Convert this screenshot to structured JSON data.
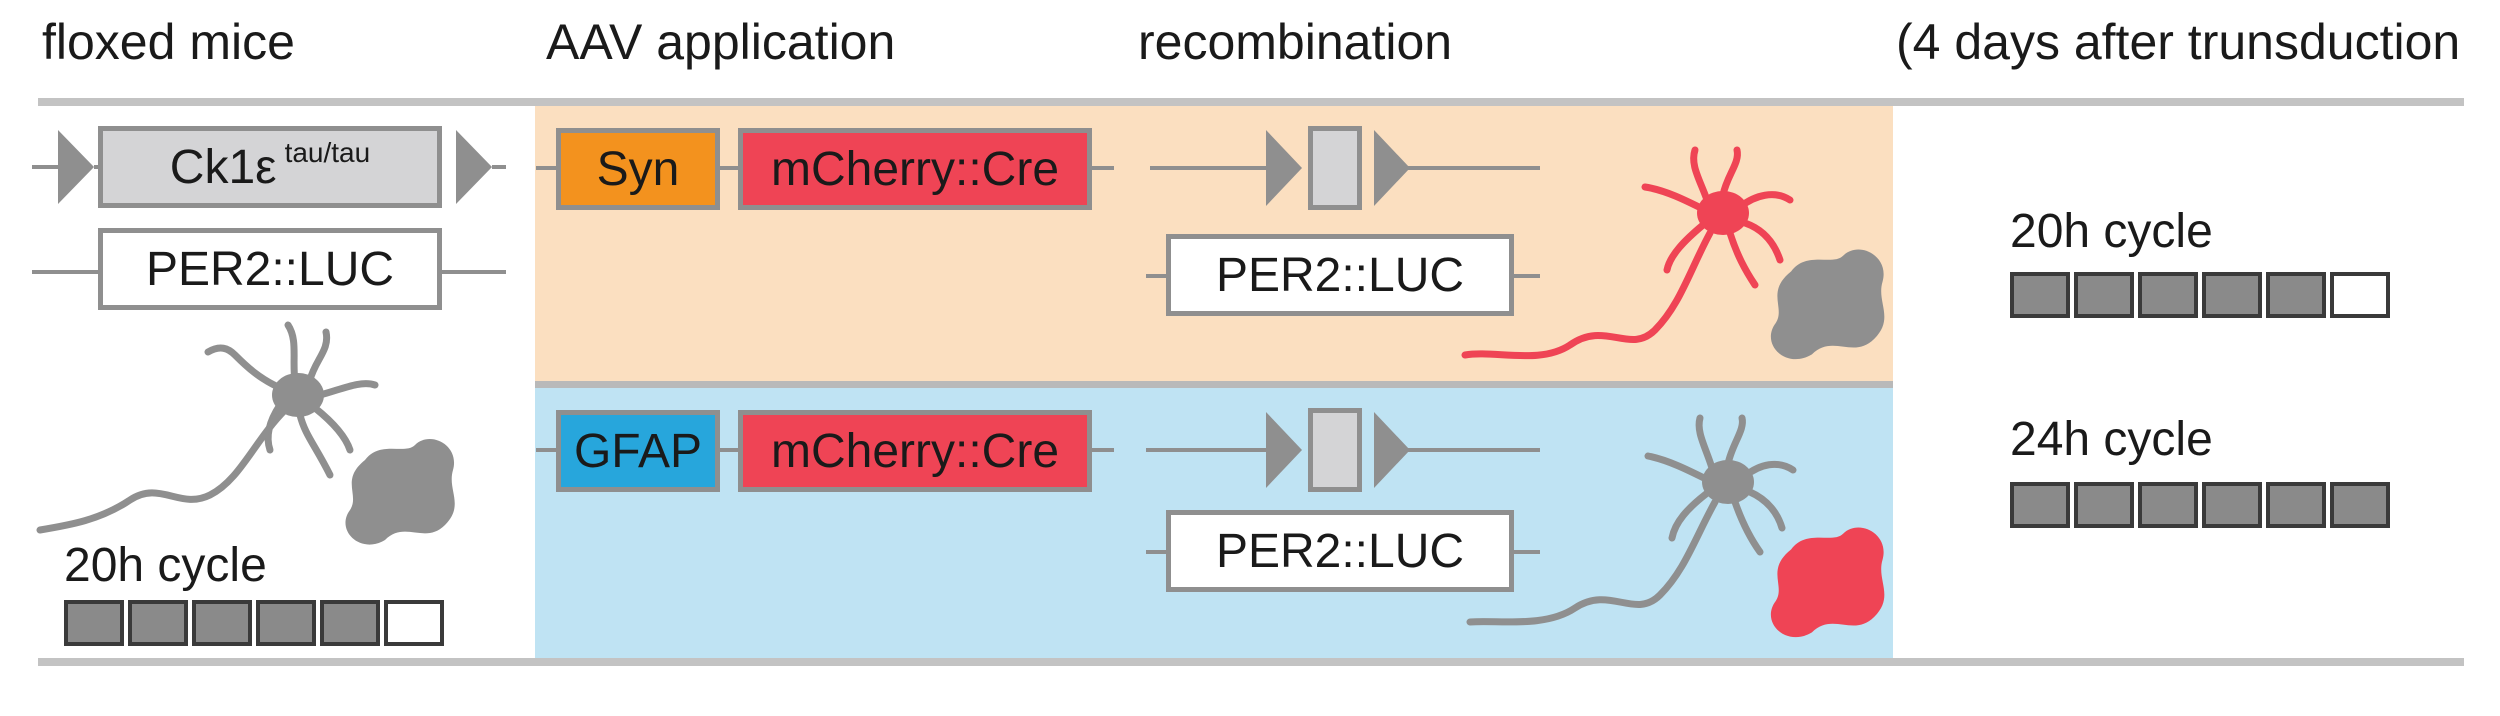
{
  "headers": {
    "floxed": "floxed mice",
    "aav": "AAV application",
    "recomb": "recombination",
    "after": "(4 days after trunsduction"
  },
  "floxed_panel": {
    "gene": "Ck1ε",
    "gene_sup": "tau/tau",
    "reporter": "PER2::LUC",
    "cycle_label": "20h cycle",
    "cycle_on": 5,
    "cycle_total": 6
  },
  "neuron_row": {
    "promoter": "Syn",
    "cre": "mCherry::Cre",
    "reporter": "PER2::LUC"
  },
  "astro_row": {
    "promoter": "GFAP",
    "cre": "mCherry::Cre",
    "reporter": "PER2::LUC"
  },
  "results": {
    "top_label": "20h cycle",
    "top_on": 5,
    "top_total": 6,
    "bottom_label": "24h cycle",
    "bottom_on": 6,
    "bottom_total": 6
  },
  "colors": {
    "peach_bg": "#fbdfc0",
    "blue_bg": "#bfe3f3",
    "syn": "#f3921e",
    "gfap": "#27a6dc",
    "mcherry": "#ef4455",
    "gray_fill": "#d4d4d6",
    "cell_gray": "#8a8a8a",
    "neuron_red": "#ef4455",
    "neuron_gray": "#8f8f8f"
  }
}
